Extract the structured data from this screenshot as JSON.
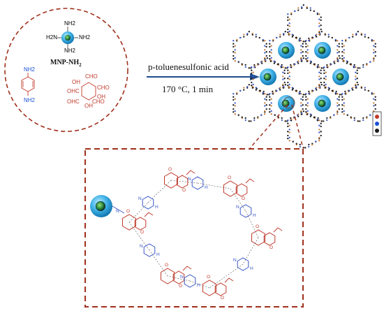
{
  "reactants": {
    "mnp_label": "MNP-NH",
    "mnp_label_sub": "2",
    "mnp_groups": [
      "NH2",
      "H2N",
      "NH2",
      "NH2"
    ],
    "diamine_groups": [
      "NH2",
      "NH2"
    ],
    "aldehyde_groups": [
      "CHO",
      "OH",
      "OHC",
      "CHO",
      "OHC",
      "OH",
      "OH",
      "CHO"
    ]
  },
  "reaction": {
    "reagent": "p-toluenesulfonic acid",
    "conditions": "170 °C, 1 min"
  },
  "colors": {
    "dashed_border": "#a0301c",
    "sphere": "#3fb0e6",
    "sphere_core": "#0d2a3a",
    "core_green": "#5ab14a",
    "amine_blue": "#1a4fd6",
    "aldehyde_red": "#c0392b",
    "framework_dark": "#1b1b1b",
    "framework_orange": "#c77a3a",
    "framework_blue": "#3a58c9"
  },
  "legend_dots": [
    "#c0392b",
    "#1a4fd6",
    "#1b1b1b"
  ],
  "detail": {
    "amine_label": "H",
    "imine_label": "N",
    "carbonyl_label": "O"
  }
}
